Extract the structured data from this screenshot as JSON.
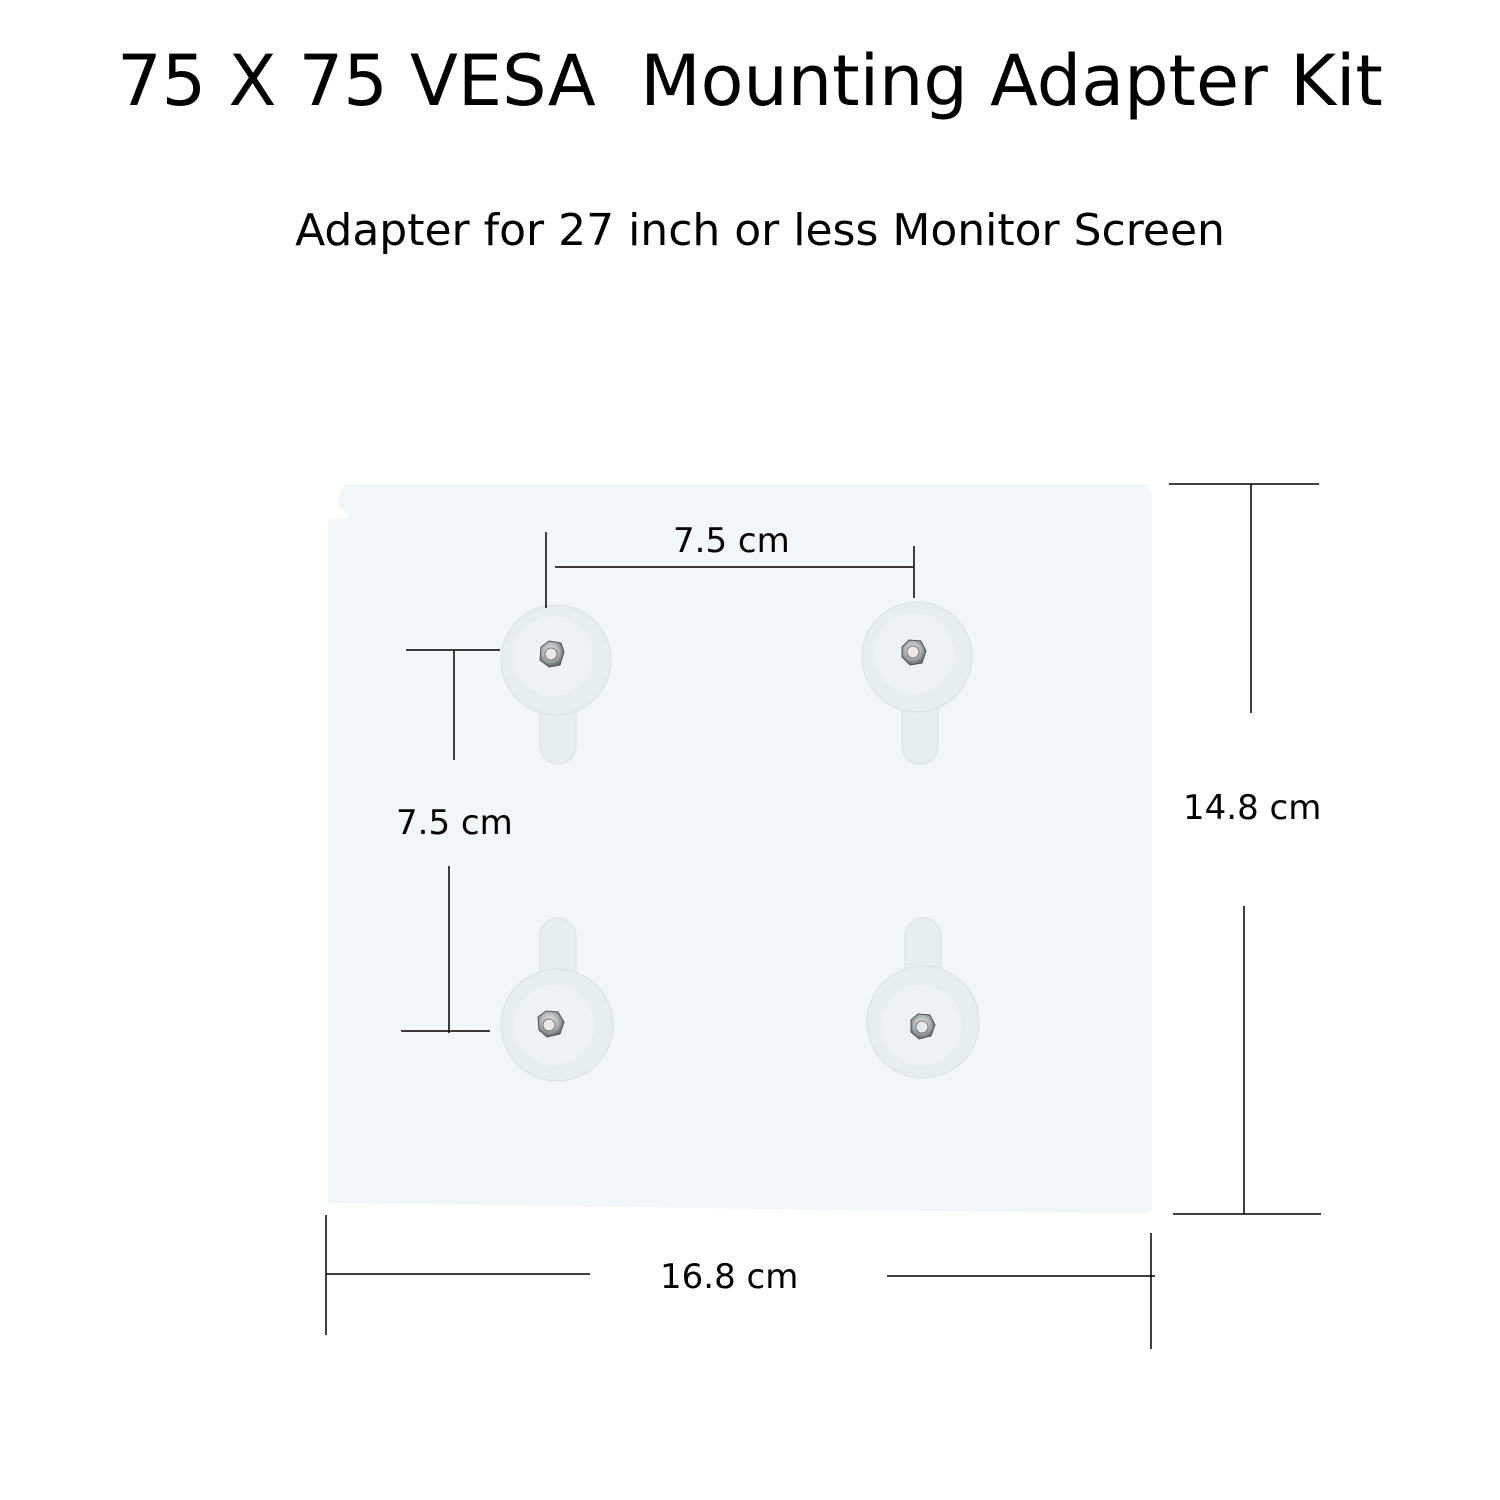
{
  "title": "75 X 75 VESA  Mounting Adapter Kit",
  "subtitle": "Adapter for 27 inch or less Monitor Screen",
  "dimensions": {
    "hole_spacing_horizontal": "7.5 cm",
    "hole_spacing_vertical": "7.5 cm",
    "plate_height": "14.8 cm",
    "plate_width": "16.8 cm"
  },
  "colors": {
    "plate": "#f1f6f9",
    "mount": "#e6eef0",
    "line": "#000000"
  },
  "mounts": [
    {
      "position": "top-left",
      "tab": "down"
    },
    {
      "position": "top-right",
      "tab": "down"
    },
    {
      "position": "bottom-left",
      "tab": "up"
    },
    {
      "position": "bottom-right",
      "tab": "up"
    }
  ]
}
